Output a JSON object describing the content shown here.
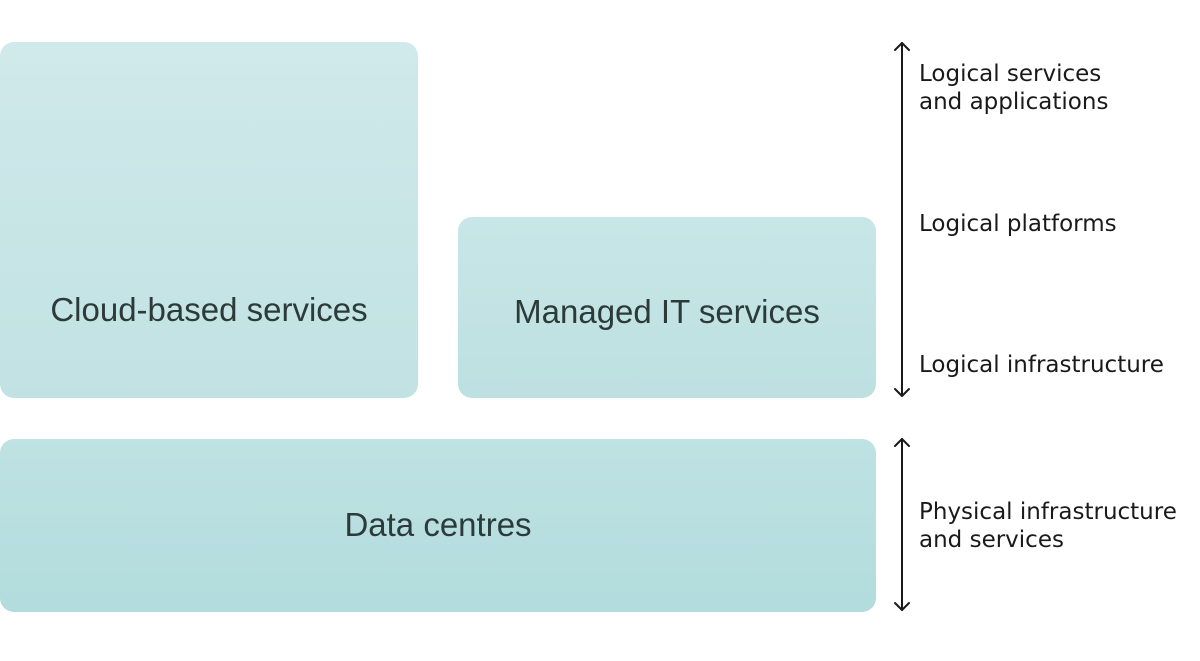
{
  "boxes": {
    "cloud": "Cloud-based services",
    "managed": "Managed IT services",
    "datacentres": "Data centres"
  },
  "logical_labels": {
    "services_applications": "Logical services\nand applications",
    "platforms": "Logical platforms",
    "infrastructure": "Logical infrastructure"
  },
  "physical_labels": {
    "infrastructure_services": "Physical infrastructure\nand services"
  },
  "colors": {
    "box_fill": "#c1e2e3",
    "text": "#2d3a3a",
    "arrow": "#1a1a1a"
  }
}
